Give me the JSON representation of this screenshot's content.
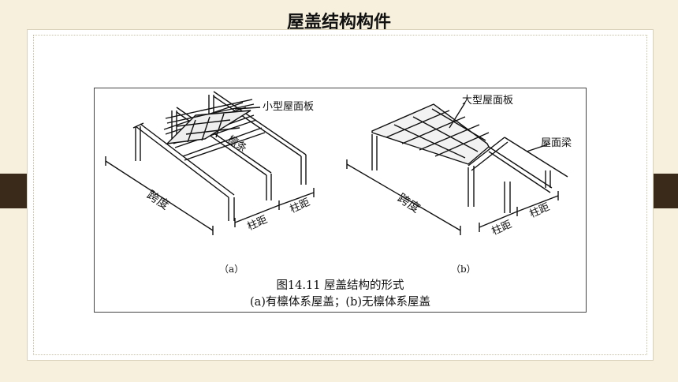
{
  "slide": {
    "title": "屋盖结构构件"
  },
  "figure": {
    "panel_a": {
      "marker": "（a）",
      "labels": {
        "small_roof_panel": "小型屋面板",
        "purlin": "檩条",
        "span": "跨度",
        "bay_1": "柱距",
        "bay_2": "柱距"
      }
    },
    "panel_b": {
      "marker": "（b）",
      "labels": {
        "large_roof_panel": "大型屋面板",
        "roof_beam": "屋面梁",
        "span": "跨度",
        "bay_1": "柱距",
        "bay_2": "柱距"
      }
    },
    "caption_line1": "图14.11  屋盖结构的形式",
    "caption_line2": "(a)有檩体系屋盖；(b)无檩体系屋盖"
  },
  "colors": {
    "background": "#f6f0dc",
    "side_tabs": "#3a2a19",
    "frame": "#ffffff",
    "line_art": "#111111"
  }
}
